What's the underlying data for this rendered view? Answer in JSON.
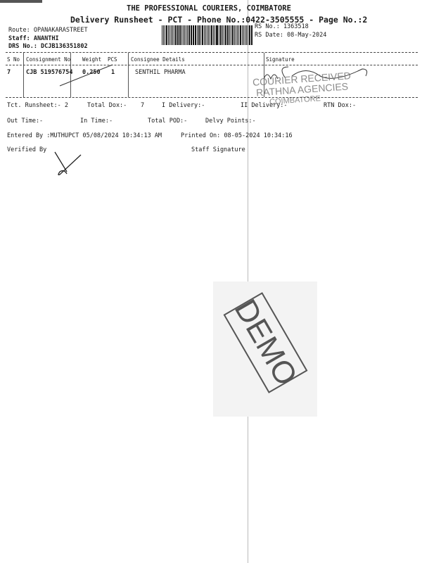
{
  "header": {
    "company": "THE PROFESSIONAL COURIERS, COIMBATORE",
    "subtitle": "Delivery Runsheet - PCT - Phone No.:0422-3505555 - Page No.:2",
    "route": "Route: OPANAKARASTREET",
    "staff": "Staff: ANANTHI",
    "drs": "DRS No.: DCJB136351802",
    "rs_no": "RS No.: 1363518",
    "rs_date": "RS Date: 08-May-2024"
  },
  "table": {
    "columns": [
      "S No",
      "Consignment No",
      "Weight",
      "PCS",
      "Consignee Details",
      "Signature"
    ],
    "rows": [
      {
        "sno": "7",
        "consignment": "CJB 519576754",
        "weight": "0.250",
        "pcs": "1",
        "consignee": "SENTHIL PHARMA"
      }
    ]
  },
  "stamp": {
    "line1": "COURIER RECEIVED",
    "line2": "RATHNA AGENCIES",
    "line3": "COIMBATORE"
  },
  "summary": {
    "tct": "Tct. Runsheet:- 2",
    "total_dox": "Total Dox:-",
    "total_dox_val": "7",
    "i_delivery": "I Delivery:-",
    "ii_delivery": "II Delivery:-",
    "rtn_dox": "RTN Dox:-",
    "out_time": "Out Time:-",
    "in_time": "In Time:-",
    "total_pod": "Total POD:-",
    "delvy_points": "Delvy Points:-",
    "entered_by": "Entered By :MUTHUPCT 05/08/2024 10:34:13 AM",
    "printed_on": "Printed On: 08-05-2024 10:34:16",
    "verified_by": "Verified By",
    "staff_signature": "Staff Signature"
  },
  "watermark": "DEMO"
}
